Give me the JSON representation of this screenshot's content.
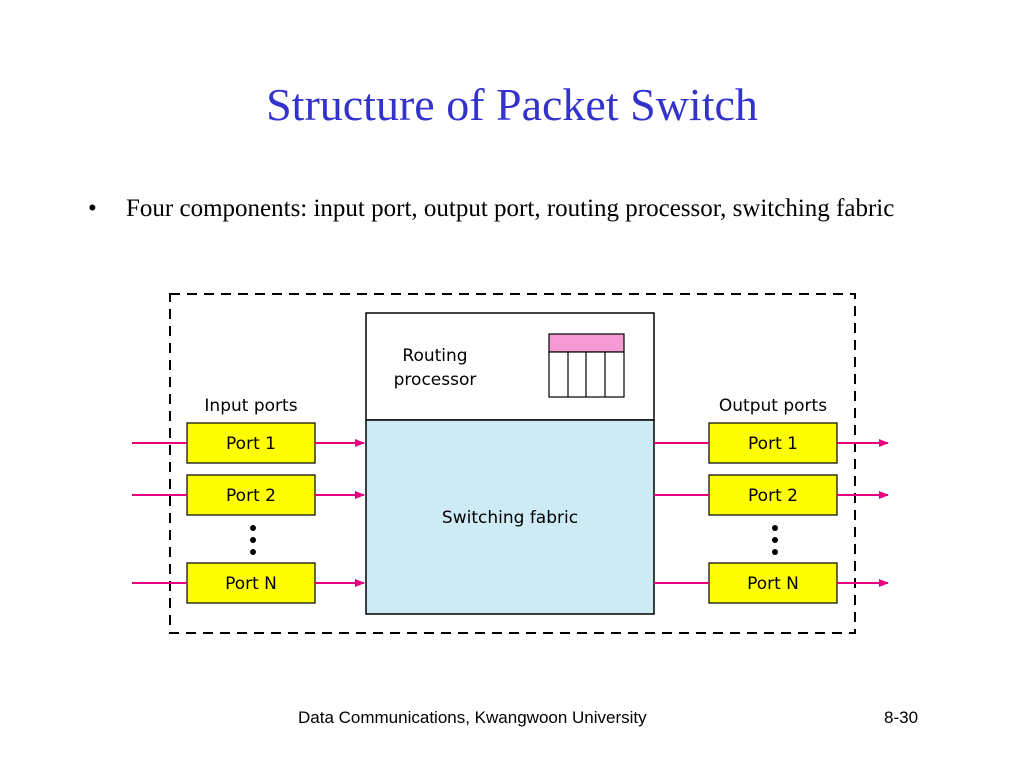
{
  "title": "Structure of Packet Switch",
  "bullet": {
    "marker": "•",
    "text": "Four components: input port, output port, routing processor, switching fabric"
  },
  "diagram": {
    "routing_processor": "Routing processor",
    "routing_processor_lines": [
      "Routing",
      "processor"
    ],
    "switching_fabric": "Switching fabric",
    "input_header": "Input ports",
    "output_header": "Output ports",
    "input_ports": [
      "Port 1",
      "Port 2",
      "Port N"
    ],
    "output_ports": [
      "Port 1",
      "Port 2",
      "Port N"
    ],
    "colors": {
      "port_fill": "#ffff00",
      "fabric_fill": "#cdebf5",
      "arrow": "#e6007e",
      "table_header": "#f59ad3"
    }
  },
  "footer": {
    "center": "Data Communications, Kwangwoon University",
    "page": "8-30"
  }
}
